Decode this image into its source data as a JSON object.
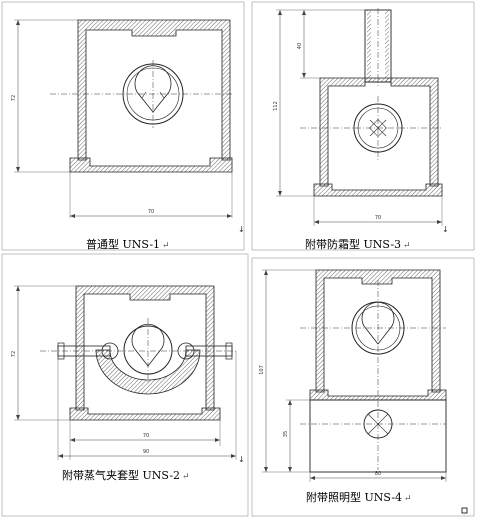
{
  "panels": [
    {
      "caption": "普通型 UNS-1",
      "dims": {
        "height": "72",
        "width": "70"
      }
    },
    {
      "caption": "附带防霜型 UNS-3",
      "dims": {
        "height": "112",
        "upper": "40",
        "width": "70"
      }
    },
    {
      "caption": "附带蒸气夹套型 UNS-2",
      "dims": {
        "height": "72",
        "width_inner": "70",
        "width_outer": "90"
      }
    },
    {
      "caption": "附带照明型 UNS-4",
      "dims": {
        "height": "107",
        "lower": "35",
        "width": "80"
      }
    }
  ],
  "paragraph_mark": "↵",
  "down_arrow": "↓"
}
